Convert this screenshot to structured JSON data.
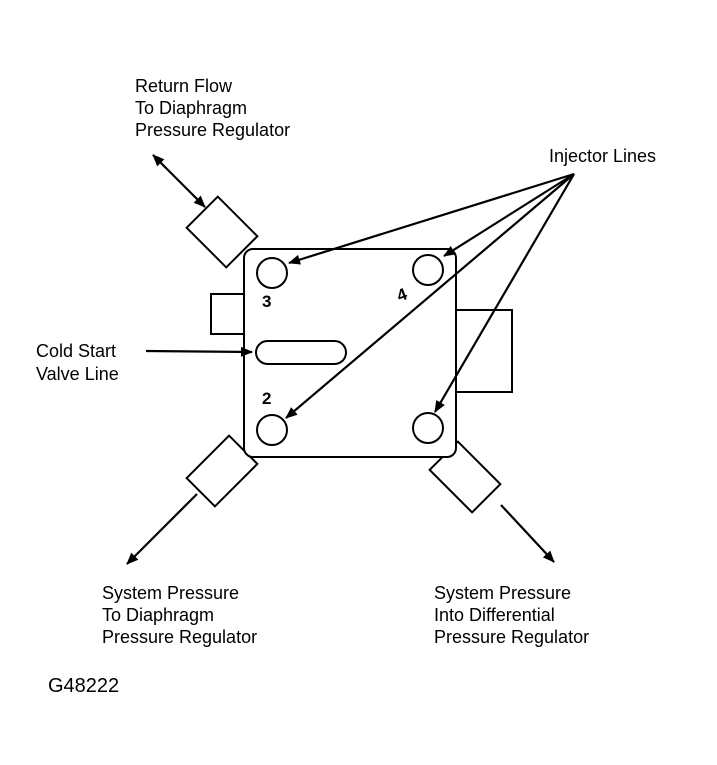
{
  "labels": {
    "return_flow": [
      "Return Flow",
      "To Diaphragm",
      "Pressure Regulator"
    ],
    "injector_lines": "Injector Lines",
    "cold_start": [
      "Cold Start",
      "Valve Line"
    ],
    "sys_pressure_diaphragm": [
      "System Pressure",
      "To Diaphragm",
      "Pressure Regulator"
    ],
    "sys_pressure_differential": [
      "System Pressure",
      "Into Differential",
      "Pressure Regulator"
    ]
  },
  "port_numbers": {
    "p3": "3",
    "p4": "4",
    "p2": "2"
  },
  "figure_code": "G48222",
  "colors": {
    "ink": "#000000",
    "paper": "#ffffff"
  }
}
